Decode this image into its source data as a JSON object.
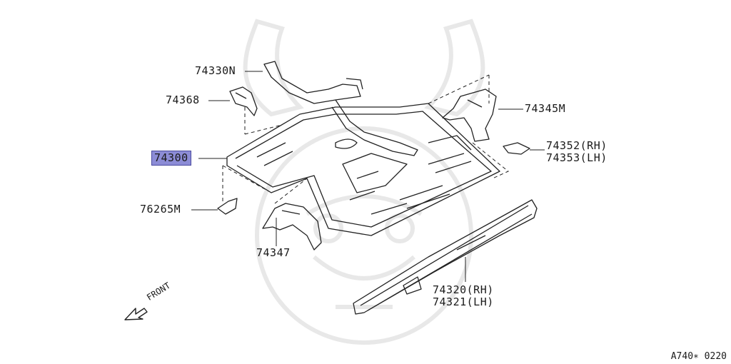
{
  "diagram": {
    "selected_part": "74300",
    "front_label": "FRONT",
    "diagram_code": "A740∗ 0220",
    "colors": {
      "line": "#222222",
      "watermark": "#e6e6e6",
      "highlight": "#8c8cd6"
    }
  },
  "labels": {
    "p74330N": "74330N",
    "p74368": "74368",
    "p74300": "74300",
    "p76265M": "76265M",
    "p74347": "74347",
    "p74345M": "74345M",
    "p74352_rh": "74352(RH)",
    "p74353_lh": "74353(LH)",
    "p74320_rh": "74320(RH)",
    "p74321_lh": "74321(LH)"
  }
}
